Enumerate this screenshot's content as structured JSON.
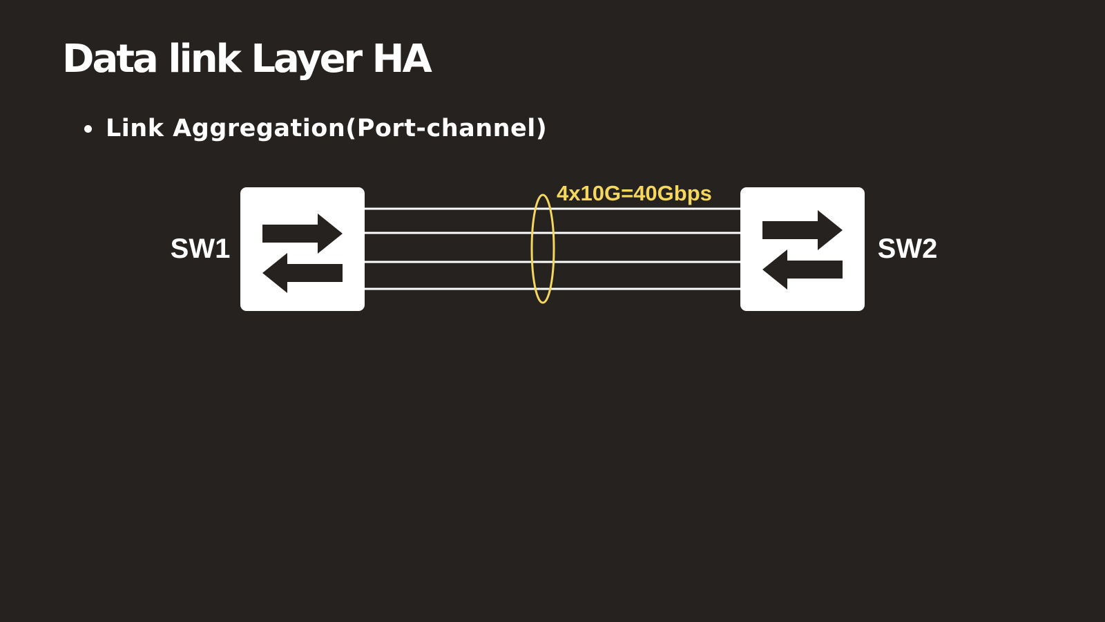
{
  "slide": {
    "title": "Data link Layer HA",
    "bullets": [
      {
        "text": "Link Aggregation(Port-channel)"
      }
    ]
  },
  "diagram": {
    "switches": [
      {
        "label": "SW1",
        "icon": "switch-icon"
      },
      {
        "label": "SW2",
        "icon": "switch-icon"
      }
    ],
    "links": {
      "count": 4
    },
    "bundle": {
      "label": "4x10G=40Gbps",
      "marker": "ellipse"
    }
  },
  "colors": {
    "background": "#252220",
    "foreground": "#ffffff",
    "accent": "#f5d75e"
  }
}
